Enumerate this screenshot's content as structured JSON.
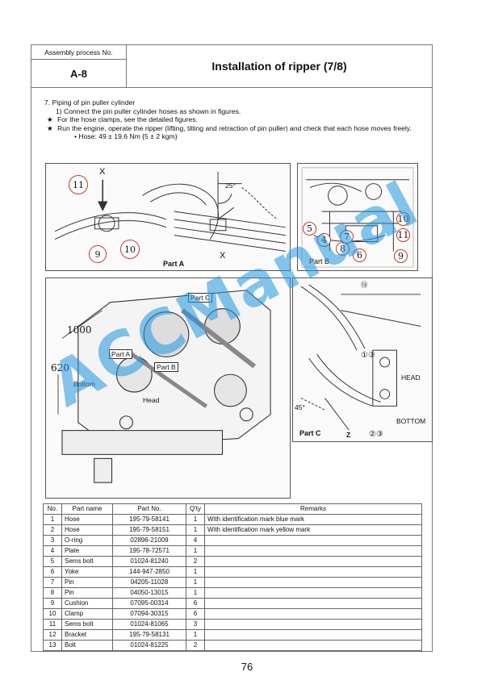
{
  "header": {
    "process_label": "Assembly process No.",
    "process_no": "A-8",
    "title": "Installation of ripper (7/8)"
  },
  "instructions": {
    "step": "7.   Piping of pin puller cylinder",
    "sub": "1)   Connect the pin puller cylinder hoses as shown in figures.",
    "star1": "For the hose clamps, see the detailed figures.",
    "star2": "Run the engine, operate the ripper (lifting, tilting and retraction of pin puller) and check that each hose moves freely.",
    "torque": "• Hose: 49 ± 19.6 Nm {5 ± 2 kgm}",
    "star_glyph": "★"
  },
  "figures": {
    "part_a": {
      "label": "Part A",
      "x_top": "X",
      "x_bottom": "X",
      "angle": "25°",
      "callouts": [
        "11",
        "9",
        "10"
      ]
    },
    "part_b": {
      "label": "Part B",
      "callouts": [
        "5",
        "4",
        "7",
        "8",
        "6",
        "10",
        "11",
        "9"
      ]
    },
    "main": {
      "dim1": "1000",
      "dim2": "620",
      "label_c": "Part C",
      "label_a": "Part A",
      "label_b": "Part B",
      "bottom": "Bottom",
      "head": "Head"
    },
    "part_c": {
      "label": "Part C",
      "head": "HEAD",
      "bottom": "BOTTOM",
      "angle": "45°",
      "marks_top": "①③",
      "marks_bottom": "②③",
      "mark_mid": "Z",
      "mark_top_small": "⑬"
    }
  },
  "watermark": "ACCManual",
  "table": {
    "headers": [
      "No.",
      "Part name",
      "Part No.",
      "Q'ty",
      "Remarks"
    ],
    "rows": [
      [
        "1",
        "Hose",
        "195-79-58141",
        "1",
        "With identification mark blue mark"
      ],
      [
        "2",
        "Hose",
        "195-79-58151",
        "1",
        "With identification mark yellow mark"
      ],
      [
        "3",
        "O-ring",
        "02896-21009",
        "4",
        ""
      ],
      [
        "4",
        "Plate",
        "195-78-72571",
        "1",
        ""
      ],
      [
        "5",
        "Sems bolt",
        "01024-81240",
        "2",
        ""
      ],
      [
        "6",
        "Yoke",
        "144-947-2850",
        "1",
        ""
      ],
      [
        "7",
        "Pin",
        "04205-11028",
        "1",
        ""
      ],
      [
        "8",
        "Pin",
        "04050-13015",
        "1",
        ""
      ],
      [
        "9",
        "Cushion",
        "07095-00314",
        "6",
        ""
      ],
      [
        "10",
        "Clamp",
        "07094-30315",
        "6",
        ""
      ],
      [
        "11",
        "Sems bolt",
        "01024-81065",
        "3",
        ""
      ],
      [
        "12",
        "Bracket",
        "195-79-58131",
        "1",
        ""
      ],
      [
        "13",
        "Bolt",
        "01024-81225",
        "2",
        ""
      ]
    ]
  },
  "page_number": "76"
}
